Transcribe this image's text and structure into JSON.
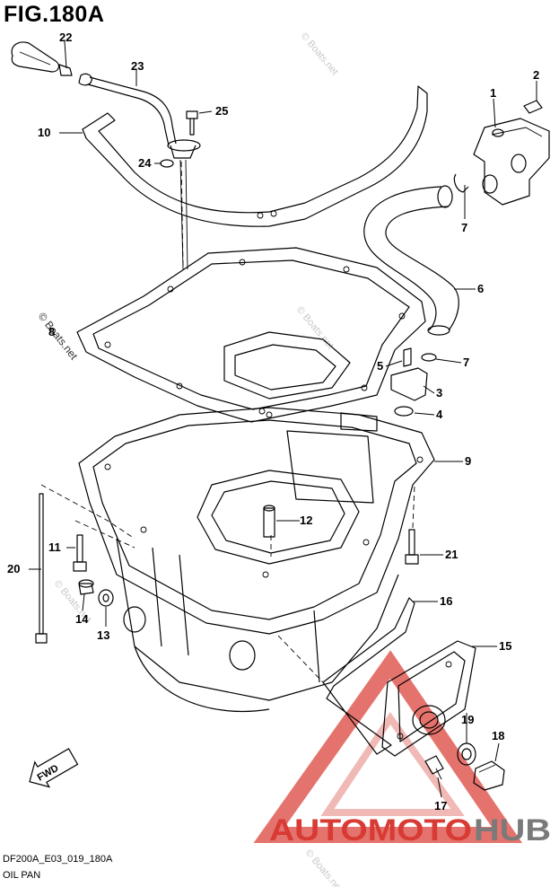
{
  "figure_title": "FIG.180A",
  "footer": {
    "diagram_code": "DF200A_E03_019_180A",
    "section_name": "OIL PAN"
  },
  "callouts": {
    "p1": "1",
    "p2": "2",
    "p3": "3",
    "p4": "4",
    "p5": "5",
    "p6": "6",
    "p7a": "7",
    "p7b": "7",
    "p8": "8",
    "p9": "9",
    "p10": "10",
    "p11": "11",
    "p12": "12",
    "p13": "13",
    "p14": "14",
    "p15": "15",
    "p16": "16",
    "p17": "17",
    "p18": "18",
    "p19": "19",
    "p20": "20",
    "p21": "21",
    "p22": "22",
    "p23": "23",
    "p24": "24",
    "p25": "25"
  },
  "watermark": "© Boats.net",
  "fwd_label": "FWD",
  "brand": {
    "part1": "AUTOMOTO",
    "part2": "HUB"
  },
  "colors": {
    "brand_red": "#d83a34",
    "brand_gray": "#7a7a7a",
    "line": "#000000"
  }
}
